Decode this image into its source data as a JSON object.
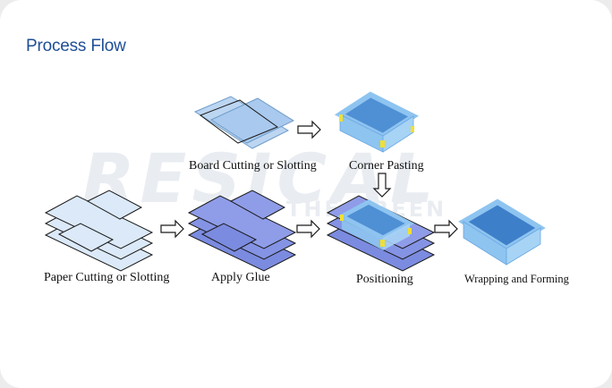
{
  "page": {
    "title": "Process Flow"
  },
  "watermark": {
    "text": "RESICAL",
    "sub": "THE GREEN"
  },
  "steps": [
    {
      "id": "board",
      "label": "Board Cutting or Slotting"
    },
    {
      "id": "corner",
      "label": "Corner Pasting"
    },
    {
      "id": "paper",
      "label": "Paper Cutting or Slotting"
    },
    {
      "id": "glue",
      "label": "Apply Glue"
    },
    {
      "id": "position",
      "label": "Positioning"
    },
    {
      "id": "wrap",
      "label": "Wrapping and Forming"
    }
  ],
  "colors": {
    "title": "#1f4e96",
    "sheet_light": "#bcd6f2",
    "sheet_glue": "#7b8be0",
    "box": "#8ec4f0",
    "box_inner": "#4f8fd4",
    "corner_tape": "#f1e030",
    "outline": "#1a1a1a"
  }
}
